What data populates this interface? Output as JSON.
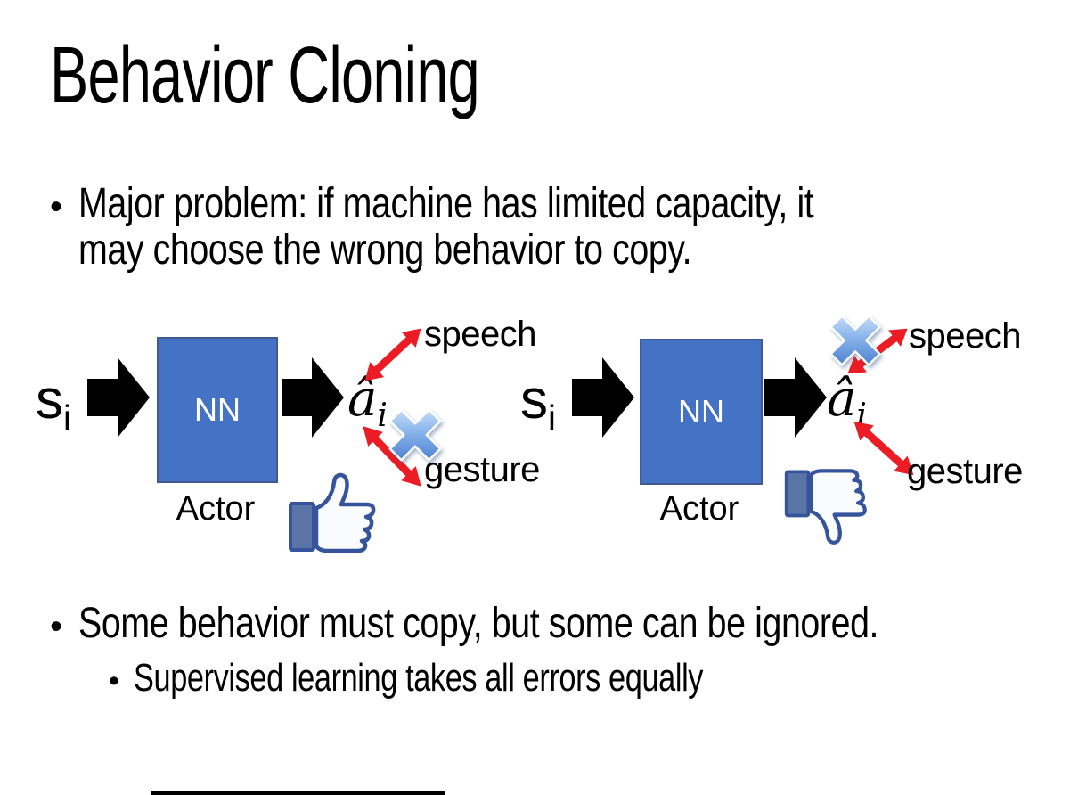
{
  "slide": {
    "title": "Behavior Cloning"
  },
  "bullets": {
    "marker": "•",
    "b1_line1": "Major problem: if machine has limited capacity, it",
    "b1_line2": "may choose the wrong behavior to copy.",
    "b2": "Some behavior must copy, but some can be ignored.",
    "b2_sub": "Supervised learning takes all errors equally"
  },
  "diagrams": [
    {
      "input_base": "s",
      "input_sub": "i",
      "nn_label": "NN",
      "output_base": "â",
      "output_sub": "i",
      "speech_label": "speech",
      "gesture_label": "gesture",
      "actor_label": "Actor",
      "crossed_channel": "gesture",
      "feedback_icon": "thumbs-up"
    },
    {
      "input_base": "s",
      "input_sub": "i",
      "nn_label": "NN",
      "output_base": "â",
      "output_sub": "i",
      "speech_label": "speech",
      "gesture_label": "gesture",
      "actor_label": "Actor",
      "crossed_channel": "speech",
      "feedback_icon": "thumbs-down"
    }
  ],
  "colors": {
    "background": "#FFFFFF",
    "text": "#000000",
    "nn_fill": "#4472C4",
    "nn_border": "#41598F",
    "nn_text": "#FFFFFF",
    "black_arrow": "#000000",
    "red_arrow": "#EC1C24",
    "cross_blue_light": "#E8F1FB",
    "cross_blue_dark": "#3168C4",
    "thumb_outline": "#35549B",
    "thumb_cuff": "#5B74A8",
    "thumb_hand": "#FAFBFD"
  }
}
